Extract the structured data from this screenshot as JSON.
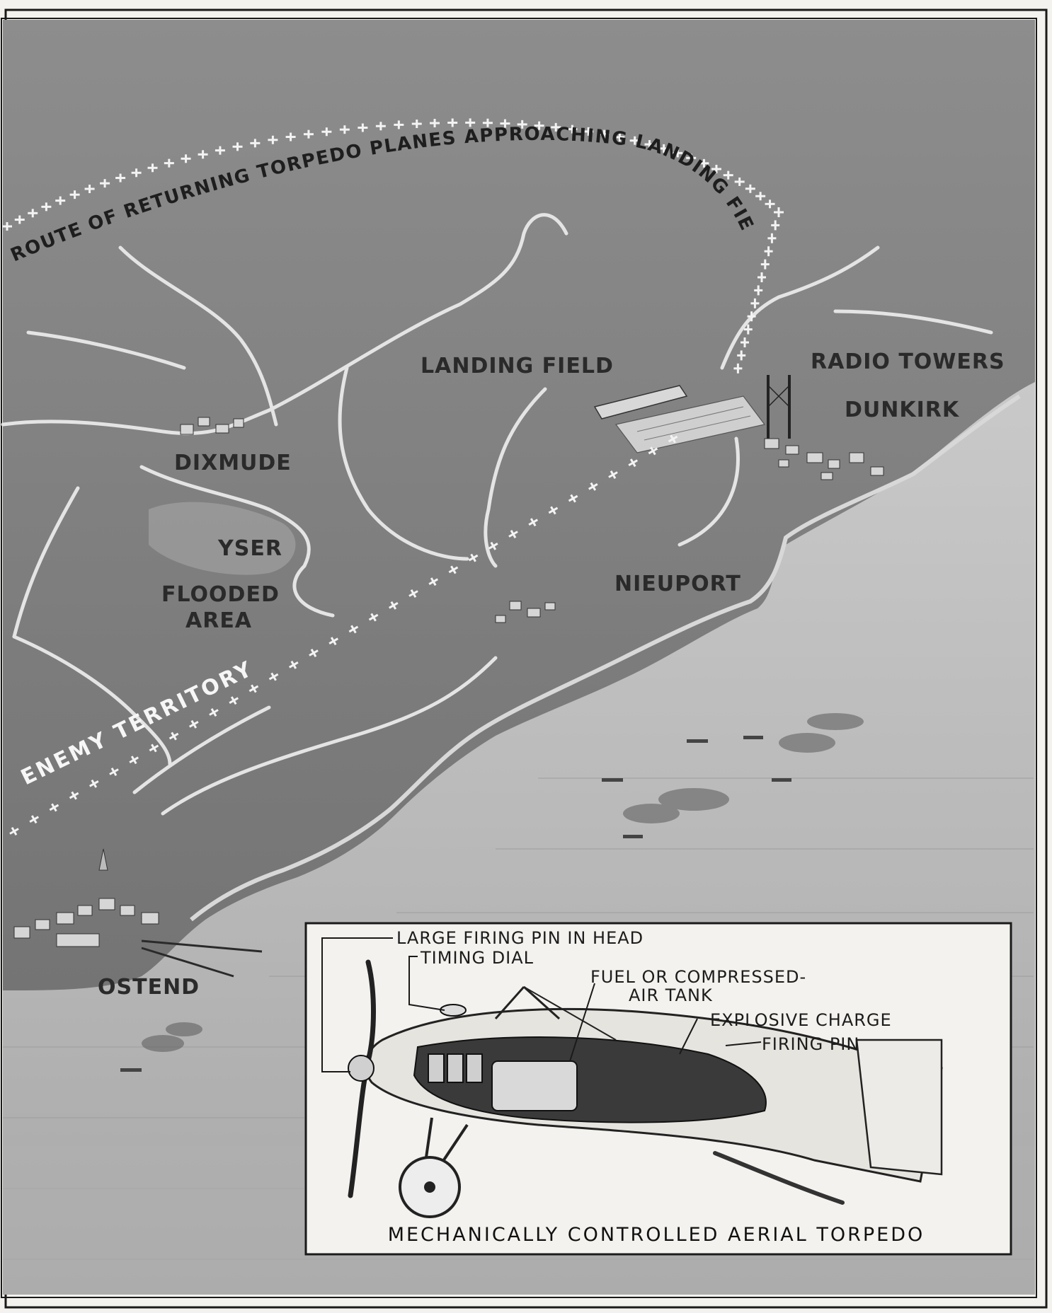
{
  "route_label": "ROUTE OF RETURNING TORPEDO PLANES APPROACHING LANDING FIELD",
  "map_labels": {
    "landing_field": "LANDING FIELD",
    "radio_towers": "RADIO TOWERS",
    "dunkirk": "DUNKIRK",
    "dixmude": "DIXMUDE",
    "yser": "YSER",
    "flooded_area_line1": "FLOODED",
    "flooded_area_line2": "AREA",
    "nieuport": "NIEUPORT",
    "enemy_territory": "ENEMY TERRITORY",
    "ostend": "OSTEND"
  },
  "inset": {
    "labels": {
      "large_firing_pin": "LARGE FIRING PIN IN HEAD",
      "timing_dial": "TIMING DIAL",
      "fuel_tank_line1": "FUEL OR COMPRESSED-",
      "fuel_tank_line2": "AIR TANK",
      "explosive_charge": "EXPLOSIVE CHARGE",
      "firing_pin": "FIRING PIN"
    },
    "caption": "MECHANICALLY CONTROLLED AERIAL TORPEDO"
  }
}
